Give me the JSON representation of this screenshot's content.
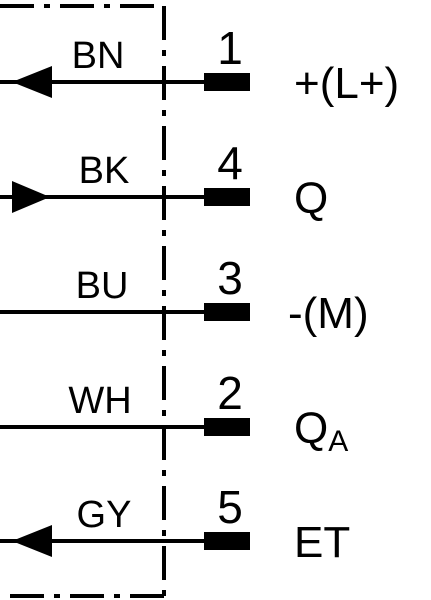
{
  "diagram": {
    "rows": [
      {
        "wire_color": "BN",
        "pin": "1",
        "signal": "+(L+)",
        "signal_sub": "",
        "arrow": "left"
      },
      {
        "wire_color": "BK",
        "pin": "4",
        "signal": "Q",
        "signal_sub": "",
        "arrow": "right"
      },
      {
        "wire_color": "BU",
        "pin": "3",
        "signal": "-(M)",
        "signal_sub": "",
        "arrow": "none"
      },
      {
        "wire_color": "WH",
        "pin": "2",
        "signal": "Q",
        "signal_sub": "A",
        "arrow": "none"
      },
      {
        "wire_color": "GY",
        "pin": "5",
        "signal": "ET",
        "signal_sub": "",
        "arrow": "left"
      }
    ]
  },
  "colors": {
    "ink": "#000000",
    "background": "#ffffff"
  }
}
